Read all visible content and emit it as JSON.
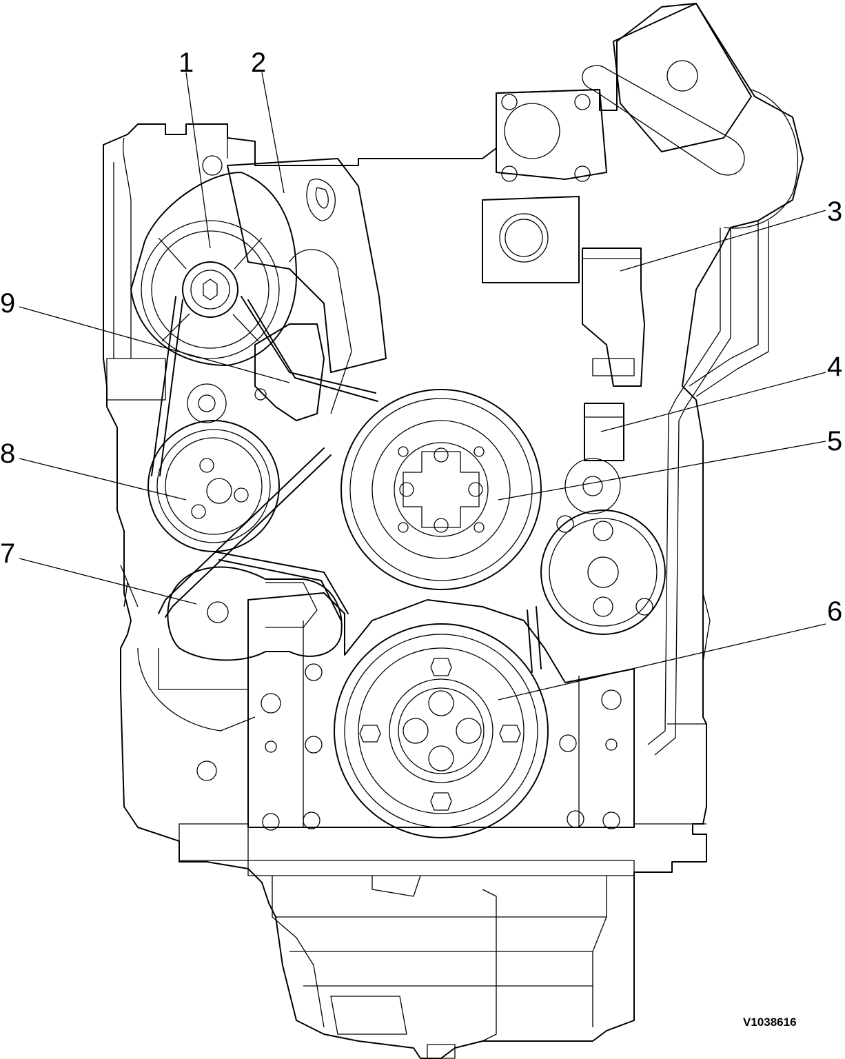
{
  "drawing_code": "V1038616",
  "callouts": [
    {
      "id": "1",
      "label": "1"
    },
    {
      "id": "2",
      "label": "2"
    },
    {
      "id": "3",
      "label": "3"
    },
    {
      "id": "4",
      "label": "4"
    },
    {
      "id": "5",
      "label": "5"
    },
    {
      "id": "6",
      "label": "6"
    },
    {
      "id": "7",
      "label": "7"
    },
    {
      "id": "8",
      "label": "8"
    },
    {
      "id": "9",
      "label": "9"
    }
  ],
  "colors": {
    "line": "#000000",
    "background": "#ffffff"
  }
}
